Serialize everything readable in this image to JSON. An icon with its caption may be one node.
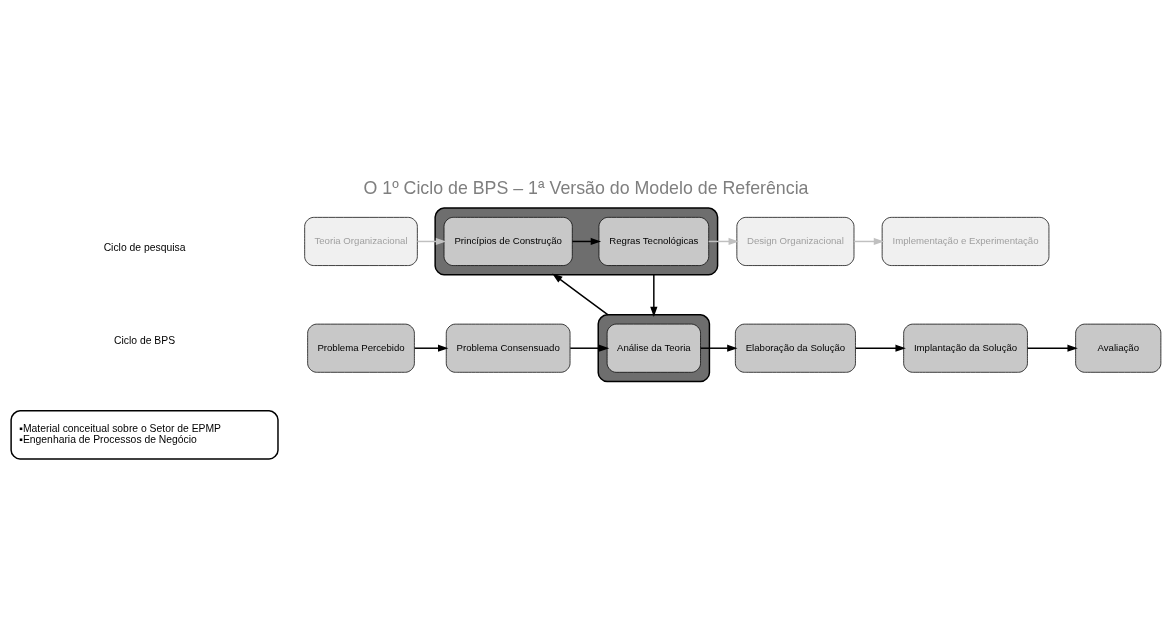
{
  "diagram": {
    "title": "O 1º Ciclo de BPS – 1ª Versão do Modelo de Referência",
    "nodes": [
      {
        "text": [],
        "shape": "box"
      },
      {
        "text": [
          "Teoria Organizacional"
        ]
      },
      {
        "text": [
          "Princípios de Construção"
        ],
        "in": 0
      },
      {
        "text": [
          "Regras Tecnológicas"
        ],
        "in": 0
      },
      {
        "text": [
          "Design Organizacional"
        ]
      },
      {
        "text": [
          "Implementação e Experimentação"
        ]
      },
      {
        "text": [
          "Problema Percebido"
        ]
      },
      {
        "text": [
          "Problema Consensuado"
        ]
      },
      {
        "text": [],
        "shape": "box"
      },
      {
        "text": [
          "Análise da Teoria"
        ],
        "in": 8
      },
      {
        "text": [
          "Elaboração da Solução"
        ]
      },
      {
        "text": [
          "Implantação da Solução"
        ]
      },
      {
        "text": [
          "Avaliação"
        ]
      },
      {
        "text": [
          "▪Material conceitual sobre o Setor de EPMP",
          "▪Engenharia de Processos de Negócio"
        ]
      }
    ],
    "edges": [
      {
        "from": 1,
        "to": 2,
        "arrow": "to",
        "color": "#c0c0c0"
      },
      {
        "from": 2,
        "to": 3,
        "arrow": "to"
      },
      {
        "from": 3,
        "to": 4,
        "arrow": "to",
        "color": "#c0c0c0"
      },
      {
        "from": 4,
        "to": 5,
        "arrow": "to",
        "color": "#c0c0c0"
      },
      {
        "from": 8,
        "to": 0,
        "arrow": "to"
      },
      {
        "from": 0,
        "to": 8,
        "arrow": "to"
      },
      {
        "from": 6,
        "to": 7,
        "arrow": "to"
      },
      {
        "from": 7,
        "to": 9,
        "arrow": "to"
      },
      {
        "from": 9,
        "to": 10,
        "arrow": "to"
      },
      {
        "from": 10,
        "to": 11,
        "arrow": "to"
      },
      {
        "from": 11,
        "to": 12,
        "arrow": "to"
      }
    ],
    "labels": [
      "Ciclo de pesquisa",
      "Ciclo de BPS"
    ]
  }
}
